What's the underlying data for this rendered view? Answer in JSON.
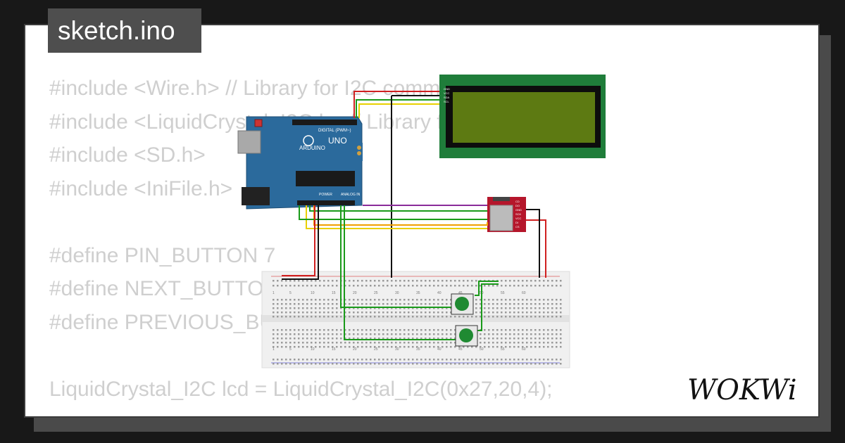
{
  "tab": {
    "filename": "sketch.ino"
  },
  "code_lines": [
    "#include <Wire.h> // Library for I2C communication",
    "#include <LiquidCrystal_I2C.h> // Library for LCD",
    "#include <SD.h>",
    "#include <IniFile.h>",
    "",
    "#define PIN_BUTTON 7",
    "#define NEXT_BUTTON 6",
    "#define PREVIOUS_BUTTON 5",
    "",
    "LiquidCrystal_I2C lcd = LiquidCrystal_I2C(0x27,20,4);"
  ],
  "arduino": {
    "brand": "ARDUINO",
    "model": "UNO",
    "digital_label": "DIGITAL (PWM~)",
    "power_label": "POWER",
    "analog_label": "ANALOG IN"
  },
  "lcd_pins": [
    "GND",
    "VCC",
    "SDA",
    "SCL"
  ],
  "sd_pins": [
    "CD",
    "DO",
    "GND",
    "SCK",
    "VCC",
    "DI",
    "CS"
  ],
  "breadboard_numbers": [
    "1",
    "5",
    "10",
    "15",
    "20",
    "25",
    "30",
    "35",
    "40",
    "45",
    "50",
    "55",
    "60"
  ],
  "logo": {
    "text": "WOKWi"
  },
  "colors": {
    "background": "#181818",
    "card": "#ffffff",
    "tab": "#4e4e4e",
    "code_text": "#cfcfcf",
    "arduino_board": "#2b6a9c",
    "lcd_frame": "#1f7d3a",
    "lcd_screen": "#5d7a12",
    "sd_module": "#b5162b",
    "button_green": "#1f8a32",
    "wire_black": "#111111",
    "wire_red": "#d02020",
    "wire_green": "#1a9a1a",
    "wire_orange": "#f0a000",
    "wire_yellow": "#e8d000",
    "wire_purple": "#8a2b9a"
  }
}
